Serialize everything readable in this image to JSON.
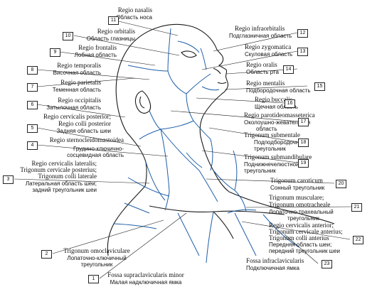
{
  "labels": [
    {
      "n": "11",
      "lat": [
        "Regio nasalis"
      ],
      "rus": [
        "Область носа"
      ]
    },
    {
      "n": "10",
      "lat": [
        "Regio orbitalis"
      ],
      "rus": [
        "Область глазницы"
      ]
    },
    {
      "n": "9",
      "lat": [
        "Regio frontalis"
      ],
      "rus": [
        "Лобная область"
      ]
    },
    {
      "n": "8",
      "lat": [
        "Regio temporalis"
      ],
      "rus": [
        "Височная область"
      ]
    },
    {
      "n": "7",
      "lat": [
        "Regio parietalis"
      ],
      "rus": [
        "Теменная область"
      ]
    },
    {
      "n": "6",
      "lat": [
        "Regio occipitalis"
      ],
      "rus": [
        "Затылочная область"
      ]
    },
    {
      "n": "5",
      "lat": [
        "Regio cervicalis posterior;",
        "Regio colli posterior"
      ],
      "rus": [
        "Задняя область шеи"
      ]
    },
    {
      "n": "4",
      "lat": [
        "Regio sternocleidomastoidea"
      ],
      "rus": [
        "Грудино-ключично-",
        "сосцевидная область"
      ]
    },
    {
      "n": "3",
      "lat": [
        "Regio cervicalis lateralis;",
        "Trigonum cervicale posterius;",
        "Trigonum colli laterale"
      ],
      "rus": [
        "Латеральная область шеи;",
        "задний треугольник шеи"
      ]
    },
    {
      "n": "2",
      "lat": [
        "Trigonum omoclaviculare"
      ],
      "rus": [
        "Лопаточно-ключичный",
        "треугольник"
      ]
    },
    {
      "n": "1",
      "lat": [
        "Fossa supraclavicularis minor"
      ],
      "rus": [
        "Малая надключичная ямка"
      ]
    },
    {
      "n": "12",
      "lat": [
        "Regio infraorbitalis"
      ],
      "rus": [
        "Подглазничная область"
      ]
    },
    {
      "n": "13",
      "lat": [
        "Regio zygomatica"
      ],
      "rus": [
        "Скуловая область"
      ]
    },
    {
      "n": "14",
      "lat": [
        "Regio oralis"
      ],
      "rus": [
        "Область рта"
      ]
    },
    {
      "n": "15",
      "lat": [
        "Regio mentalis"
      ],
      "rus": [
        "Подбородочная область"
      ]
    },
    {
      "n": "16",
      "lat": [
        "Regio buccalis"
      ],
      "rus": [
        "Щечная область"
      ]
    },
    {
      "n": "17",
      "lat": [
        "Regio parotideomasseterica"
      ],
      "rus": [
        "Околоушно-жевательная",
        "область"
      ]
    },
    {
      "n": "18",
      "lat": [
        "Trigonum submentale"
      ],
      "rus": [
        "Подподбородочный",
        "треугольник"
      ]
    },
    {
      "n": "19",
      "lat": [
        "Trigonum submandibulare"
      ],
      "rus": [
        "Поднижнечелюстной",
        "треугольник"
      ]
    },
    {
      "n": "20",
      "lat": [
        "Trigonum caroticum"
      ],
      "rus": [
        "Сонный треугольник"
      ]
    },
    {
      "n": "21",
      "lat": [
        "Trigonum musculare;",
        "Trigonum omotracheale"
      ],
      "rus": [
        "Лопаточно-трахеальный",
        "треугольник"
      ]
    },
    {
      "n": "22",
      "lat": [
        "Regio cervicalis anterior;",
        "Trigonum cervicale anterius;",
        "Trigonum colli anterius"
      ],
      "rus": [
        "Передняя область шеи;",
        "передний треугольник шеи"
      ]
    },
    {
      "n": "23",
      "lat": [
        "Fossa infraclavicularis"
      ],
      "rus": [
        "Подключичная ямка"
      ]
    }
  ],
  "colors": {
    "region_line": "#1f5fa8",
    "outline": "#1a1a1a",
    "leader": "#1a1a1a"
  }
}
